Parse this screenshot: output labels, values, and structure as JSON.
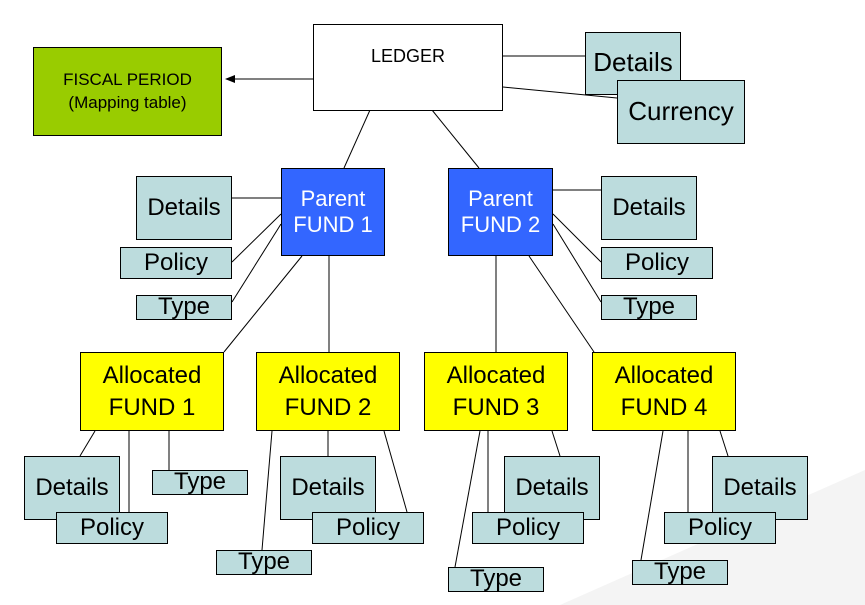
{
  "ledger": {
    "label": "LEDGER"
  },
  "fiscal_period": {
    "label": "FISCAL PERIOD\n(Mapping table)"
  },
  "labels": {
    "details": "Details",
    "currency": "Currency",
    "policy": "Policy",
    "type": "Type"
  },
  "parent_funds": [
    {
      "label": "Parent\nFUND 1"
    },
    {
      "label": "Parent\nFUND 2"
    }
  ],
  "allocated_funds": [
    {
      "label": "Allocated\nFUND 1"
    },
    {
      "label": "Allocated\nFUND 2"
    },
    {
      "label": "Allocated\nFUND 3"
    },
    {
      "label": "Allocated\nFUND 4"
    }
  ],
  "colors": {
    "ledger": "#ffffff",
    "fiscal_period": "#99cc00",
    "parent_fund": "#3366ff",
    "allocated_fund": "#ffff00",
    "attribute": "#bcdcdd"
  }
}
